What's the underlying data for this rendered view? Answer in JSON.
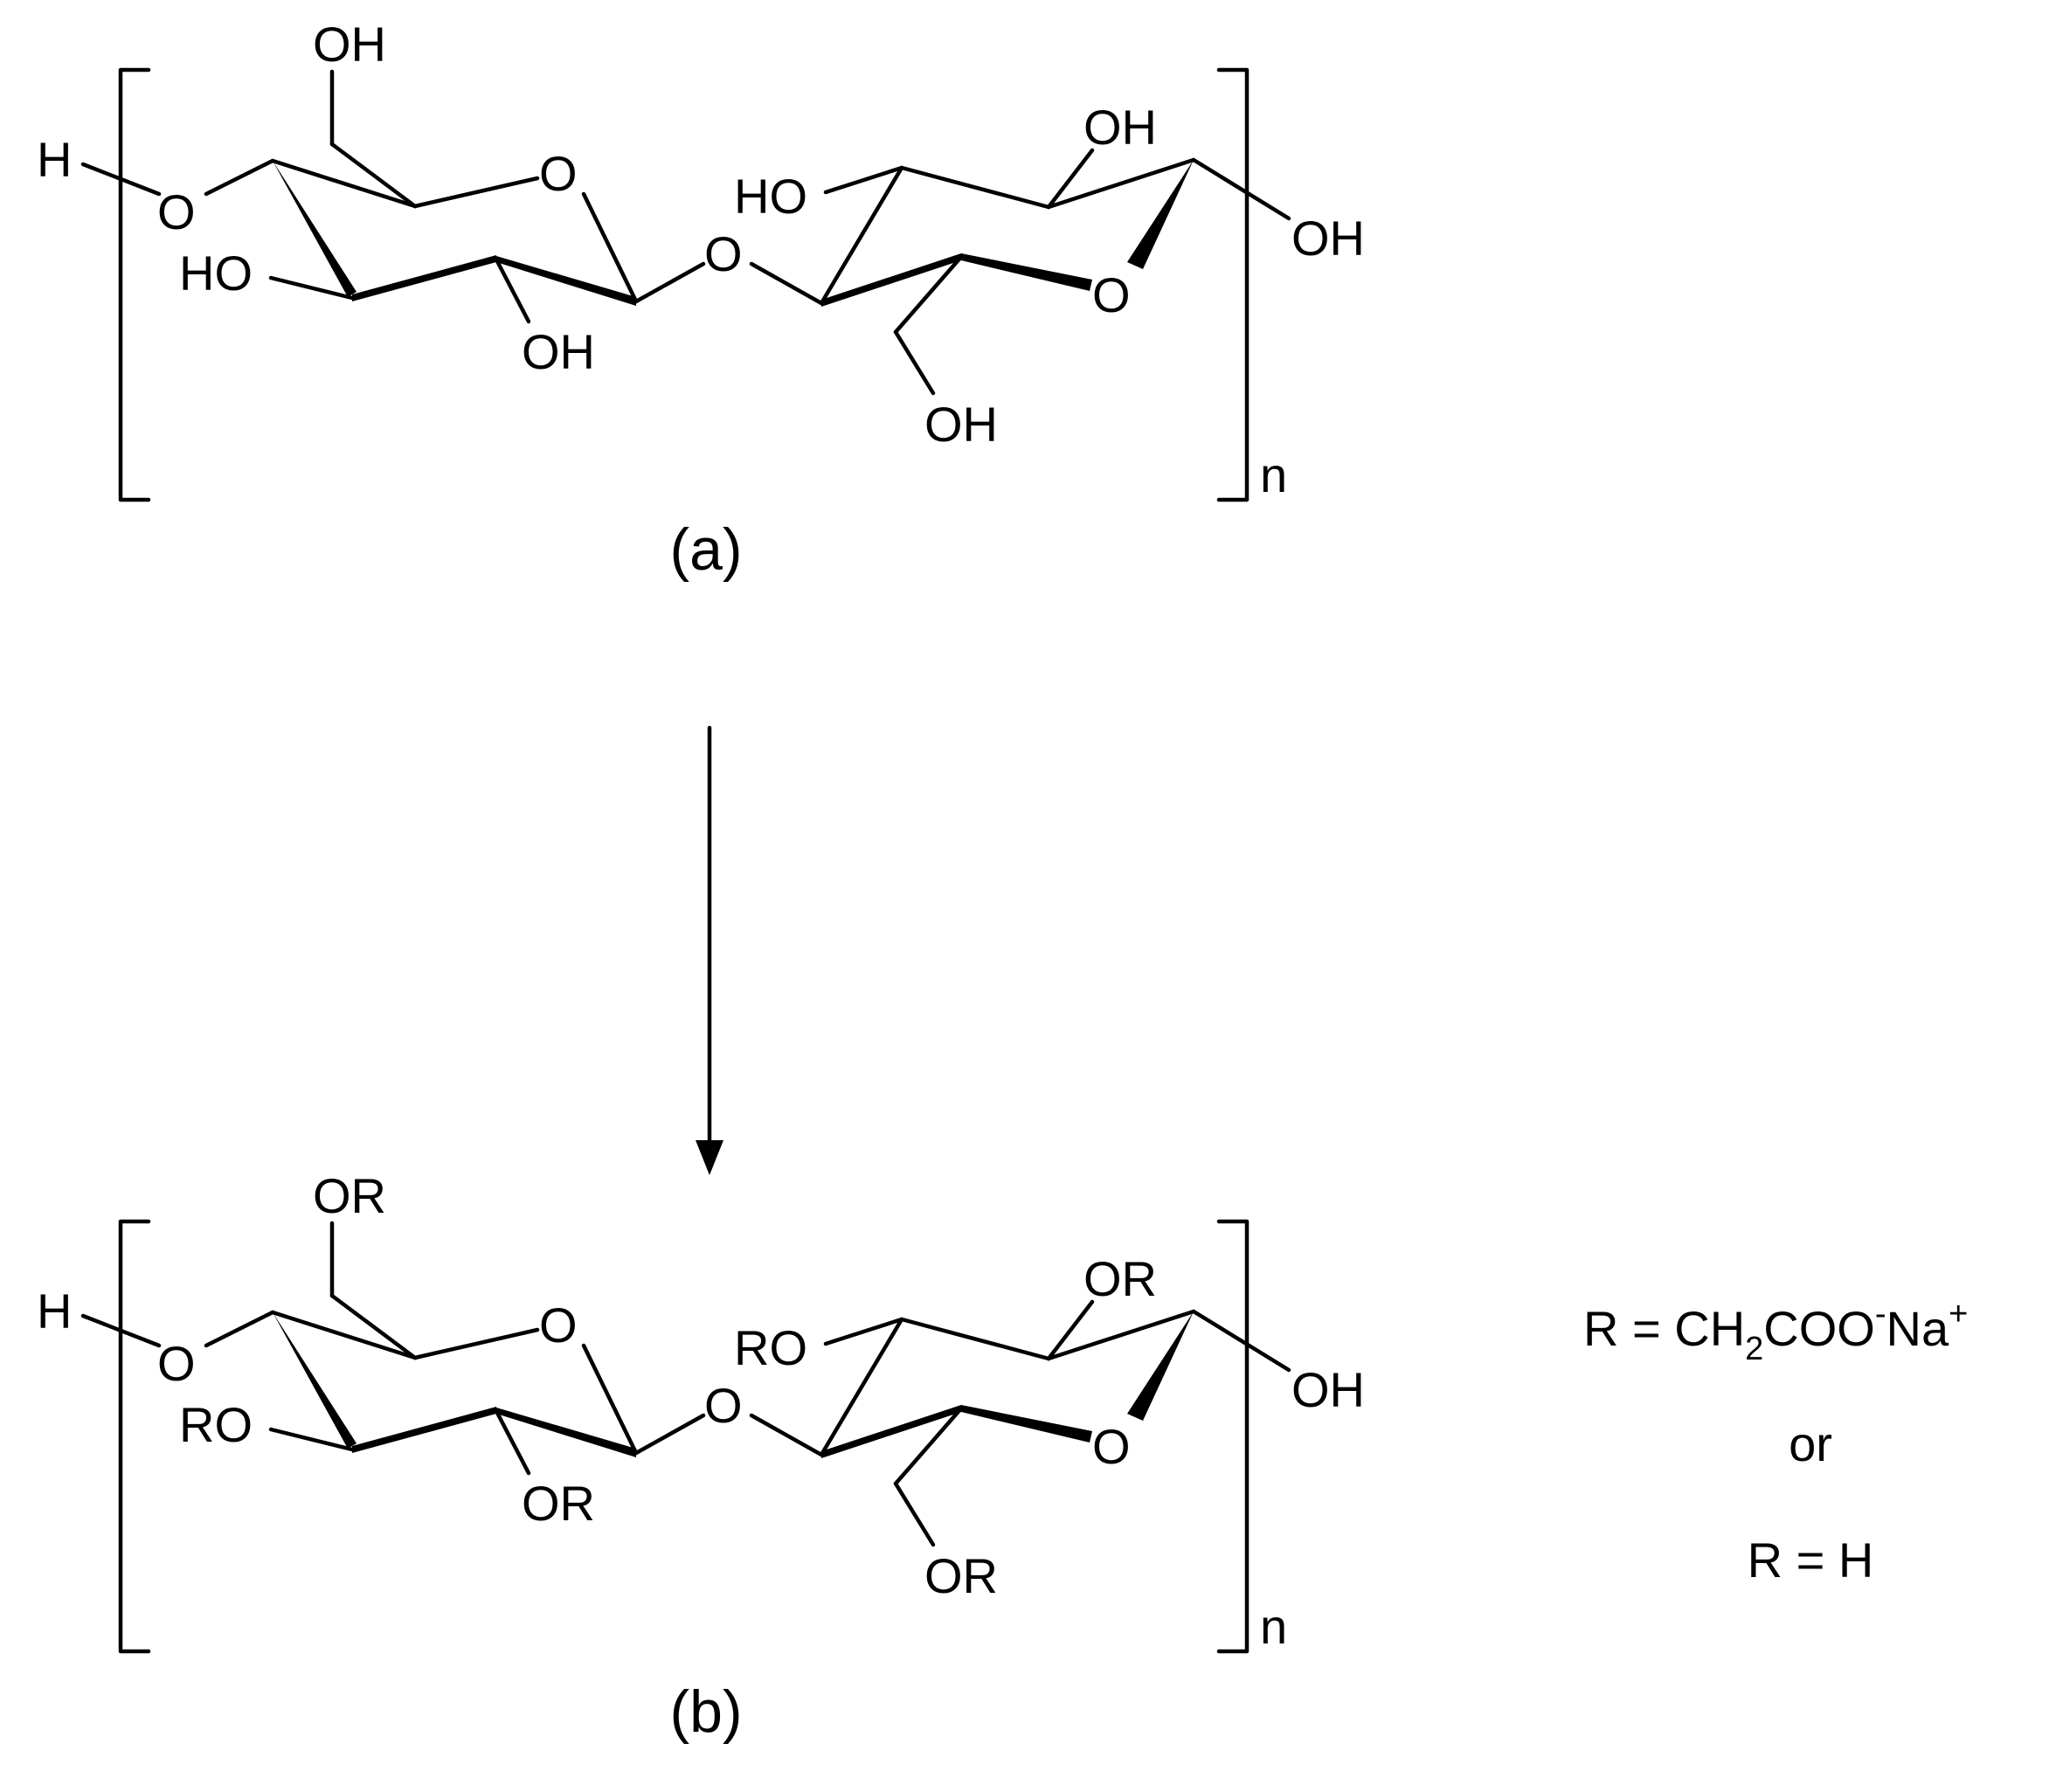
{
  "structure_a": {
    "caption": "(a)",
    "labels": {
      "end_h": "H",
      "end_o": "O",
      "c6_oh": "OH",
      "ring1_o": "O",
      "c3_ho": "HO",
      "c2_oh": "OH",
      "glycosidic_o": "O",
      "ring2_ho": "HO",
      "ring2_top_oh": "OH",
      "ring2_o": "O",
      "c6b_oh": "OH",
      "end_oh": "OH",
      "repeat": "n"
    }
  },
  "structure_b": {
    "caption": "(b)",
    "labels": {
      "end_h": "H",
      "end_o": "O",
      "c6_or": "OR",
      "ring1_o": "O",
      "c3_ro": "RO",
      "c2_or": "OR",
      "glycosidic_o": "O",
      "ring2_ro": "RO",
      "ring2_top_or": "OR",
      "ring2_o": "O",
      "c6b_or": "OR",
      "end_oh": "OH",
      "repeat": "n"
    }
  },
  "legend": {
    "line1_prefix": "R = CH",
    "line1_sub": "2",
    "line1_mid": "COO",
    "line1_sup_minus": "-",
    "line1_na": "Na",
    "line1_sup_plus": "+",
    "line2": "or",
    "line3": "R = H"
  }
}
